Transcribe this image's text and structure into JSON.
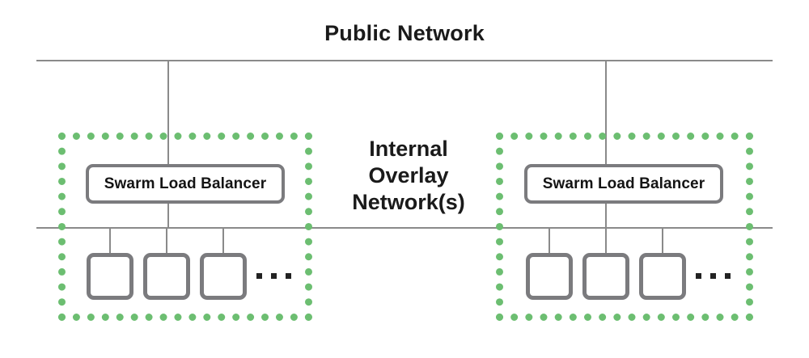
{
  "diagram": {
    "title": "Public Network",
    "overlay_caption_lines": [
      "Internal",
      "Overlay",
      "Network(s)"
    ],
    "colors": {
      "overlay_green": "#6cbe71",
      "box_stroke": "#7b7b7e",
      "bus_line": "#8a8a8a",
      "text": "#1a1a1a",
      "background": "#ffffff"
    },
    "nodes": [
      {
        "id": "left",
        "load_balancer_label": "Swarm Load Balancer",
        "task_count": 3,
        "ellipsis": "...",
        "overlay_label": "Internal Overlay Network(s)"
      },
      {
        "id": "right",
        "load_balancer_label": "Swarm Load Balancer",
        "task_count": 3,
        "ellipsis": "...",
        "overlay_label": "Internal Overlay Network(s)"
      }
    ]
  }
}
